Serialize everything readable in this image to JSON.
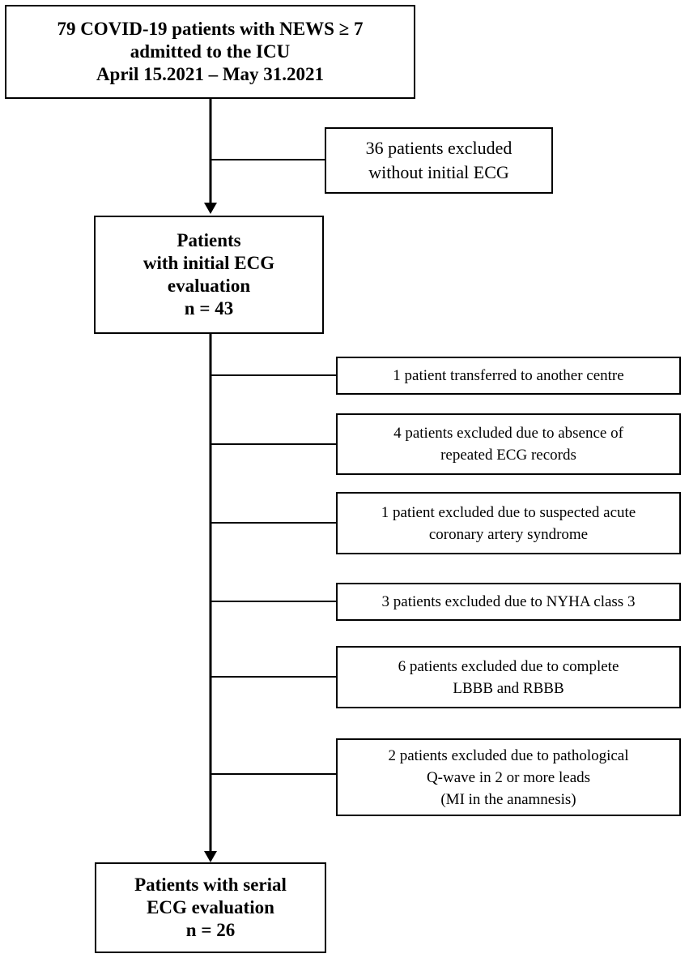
{
  "diagram": {
    "start": {
      "lines": [
        "79 COVID-19 patients with NEWS ≥ 7",
        "admitted to the ICU",
        "April 15.2021 – May 31.2021"
      ]
    },
    "exclusion_first": {
      "lines": [
        "36 patients  excluded",
        "without  initial  ECG"
      ]
    },
    "middle": {
      "lines": [
        "Patients",
        "with initial ECG",
        "evaluation",
        "n = 43"
      ]
    },
    "exclusions": [
      {
        "lines": [
          "1 patient transferred to another centre"
        ]
      },
      {
        "lines": [
          "4 patients excluded due to absence of",
          "repeated ECG  records"
        ]
      },
      {
        "lines": [
          "1 patient excluded due to suspected acute",
          "coronary artery syndrome"
        ]
      },
      {
        "lines": [
          "3 patients excluded due to NYHA  class 3"
        ]
      },
      {
        "lines": [
          "6 patients excluded due to complete",
          "LBBB  and RBBB"
        ]
      },
      {
        "lines": [
          "2 patients excluded due to pathological",
          "Q-wave in 2 or more leads",
          "(MI in the anamnesis)"
        ]
      }
    ],
    "end": {
      "lines": [
        "Patients with serial",
        "ECG evaluation",
        "n = 26"
      ]
    }
  }
}
